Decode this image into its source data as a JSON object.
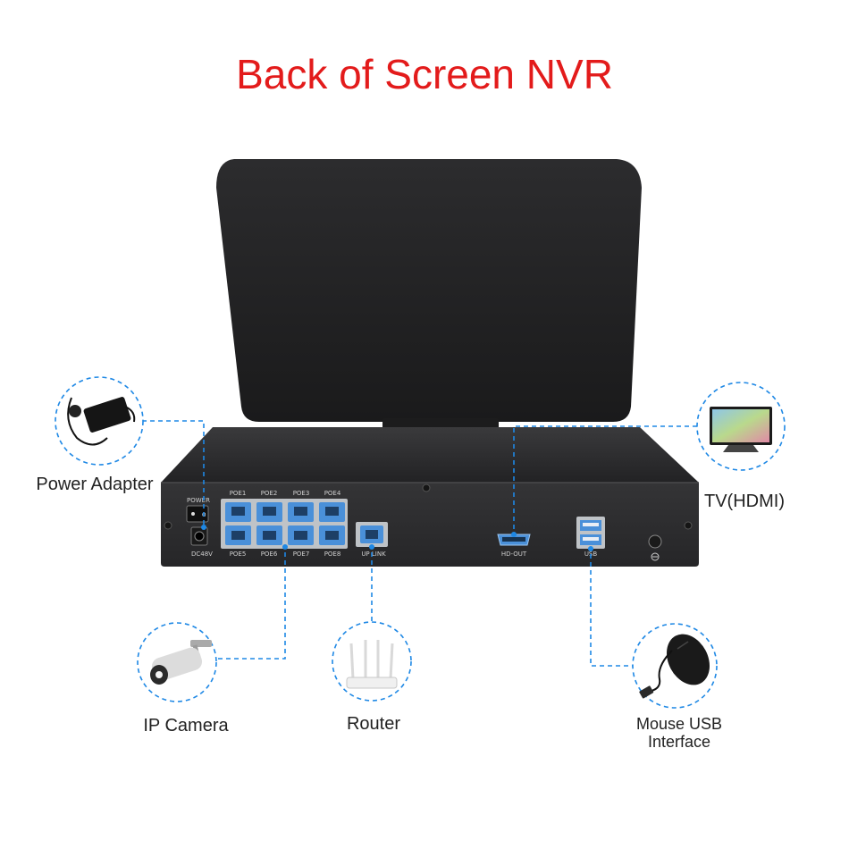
{
  "title": "Back of Screen NVR",
  "colors": {
    "title": "#e31b1b",
    "connector": "#1e88e5",
    "port_blue": "#4a90d9",
    "nvr_body": "#2a2a2c"
  },
  "nvr": {
    "power_label": "POWER",
    "dc_label": "DC48V",
    "poe_top": [
      "POE1",
      "POE2",
      "POE3",
      "POE4"
    ],
    "poe_bottom": [
      "POE5",
      "POE6",
      "POE7",
      "POE8"
    ],
    "uplink_label": "UP LINK",
    "hdout_label": "HD-OUT",
    "usb_label": "USB"
  },
  "devices": {
    "power_adapter": "Power Adapter",
    "tv": "TV(HDMI)",
    "ip_camera": "IP Camera",
    "router": "Router",
    "mouse_line1": "Mouse USB",
    "mouse_line2": "Interface"
  },
  "icons": [
    "power-adapter-icon",
    "tv-icon",
    "ip-camera-icon",
    "router-icon",
    "mouse-icon",
    "ground-icon"
  ]
}
